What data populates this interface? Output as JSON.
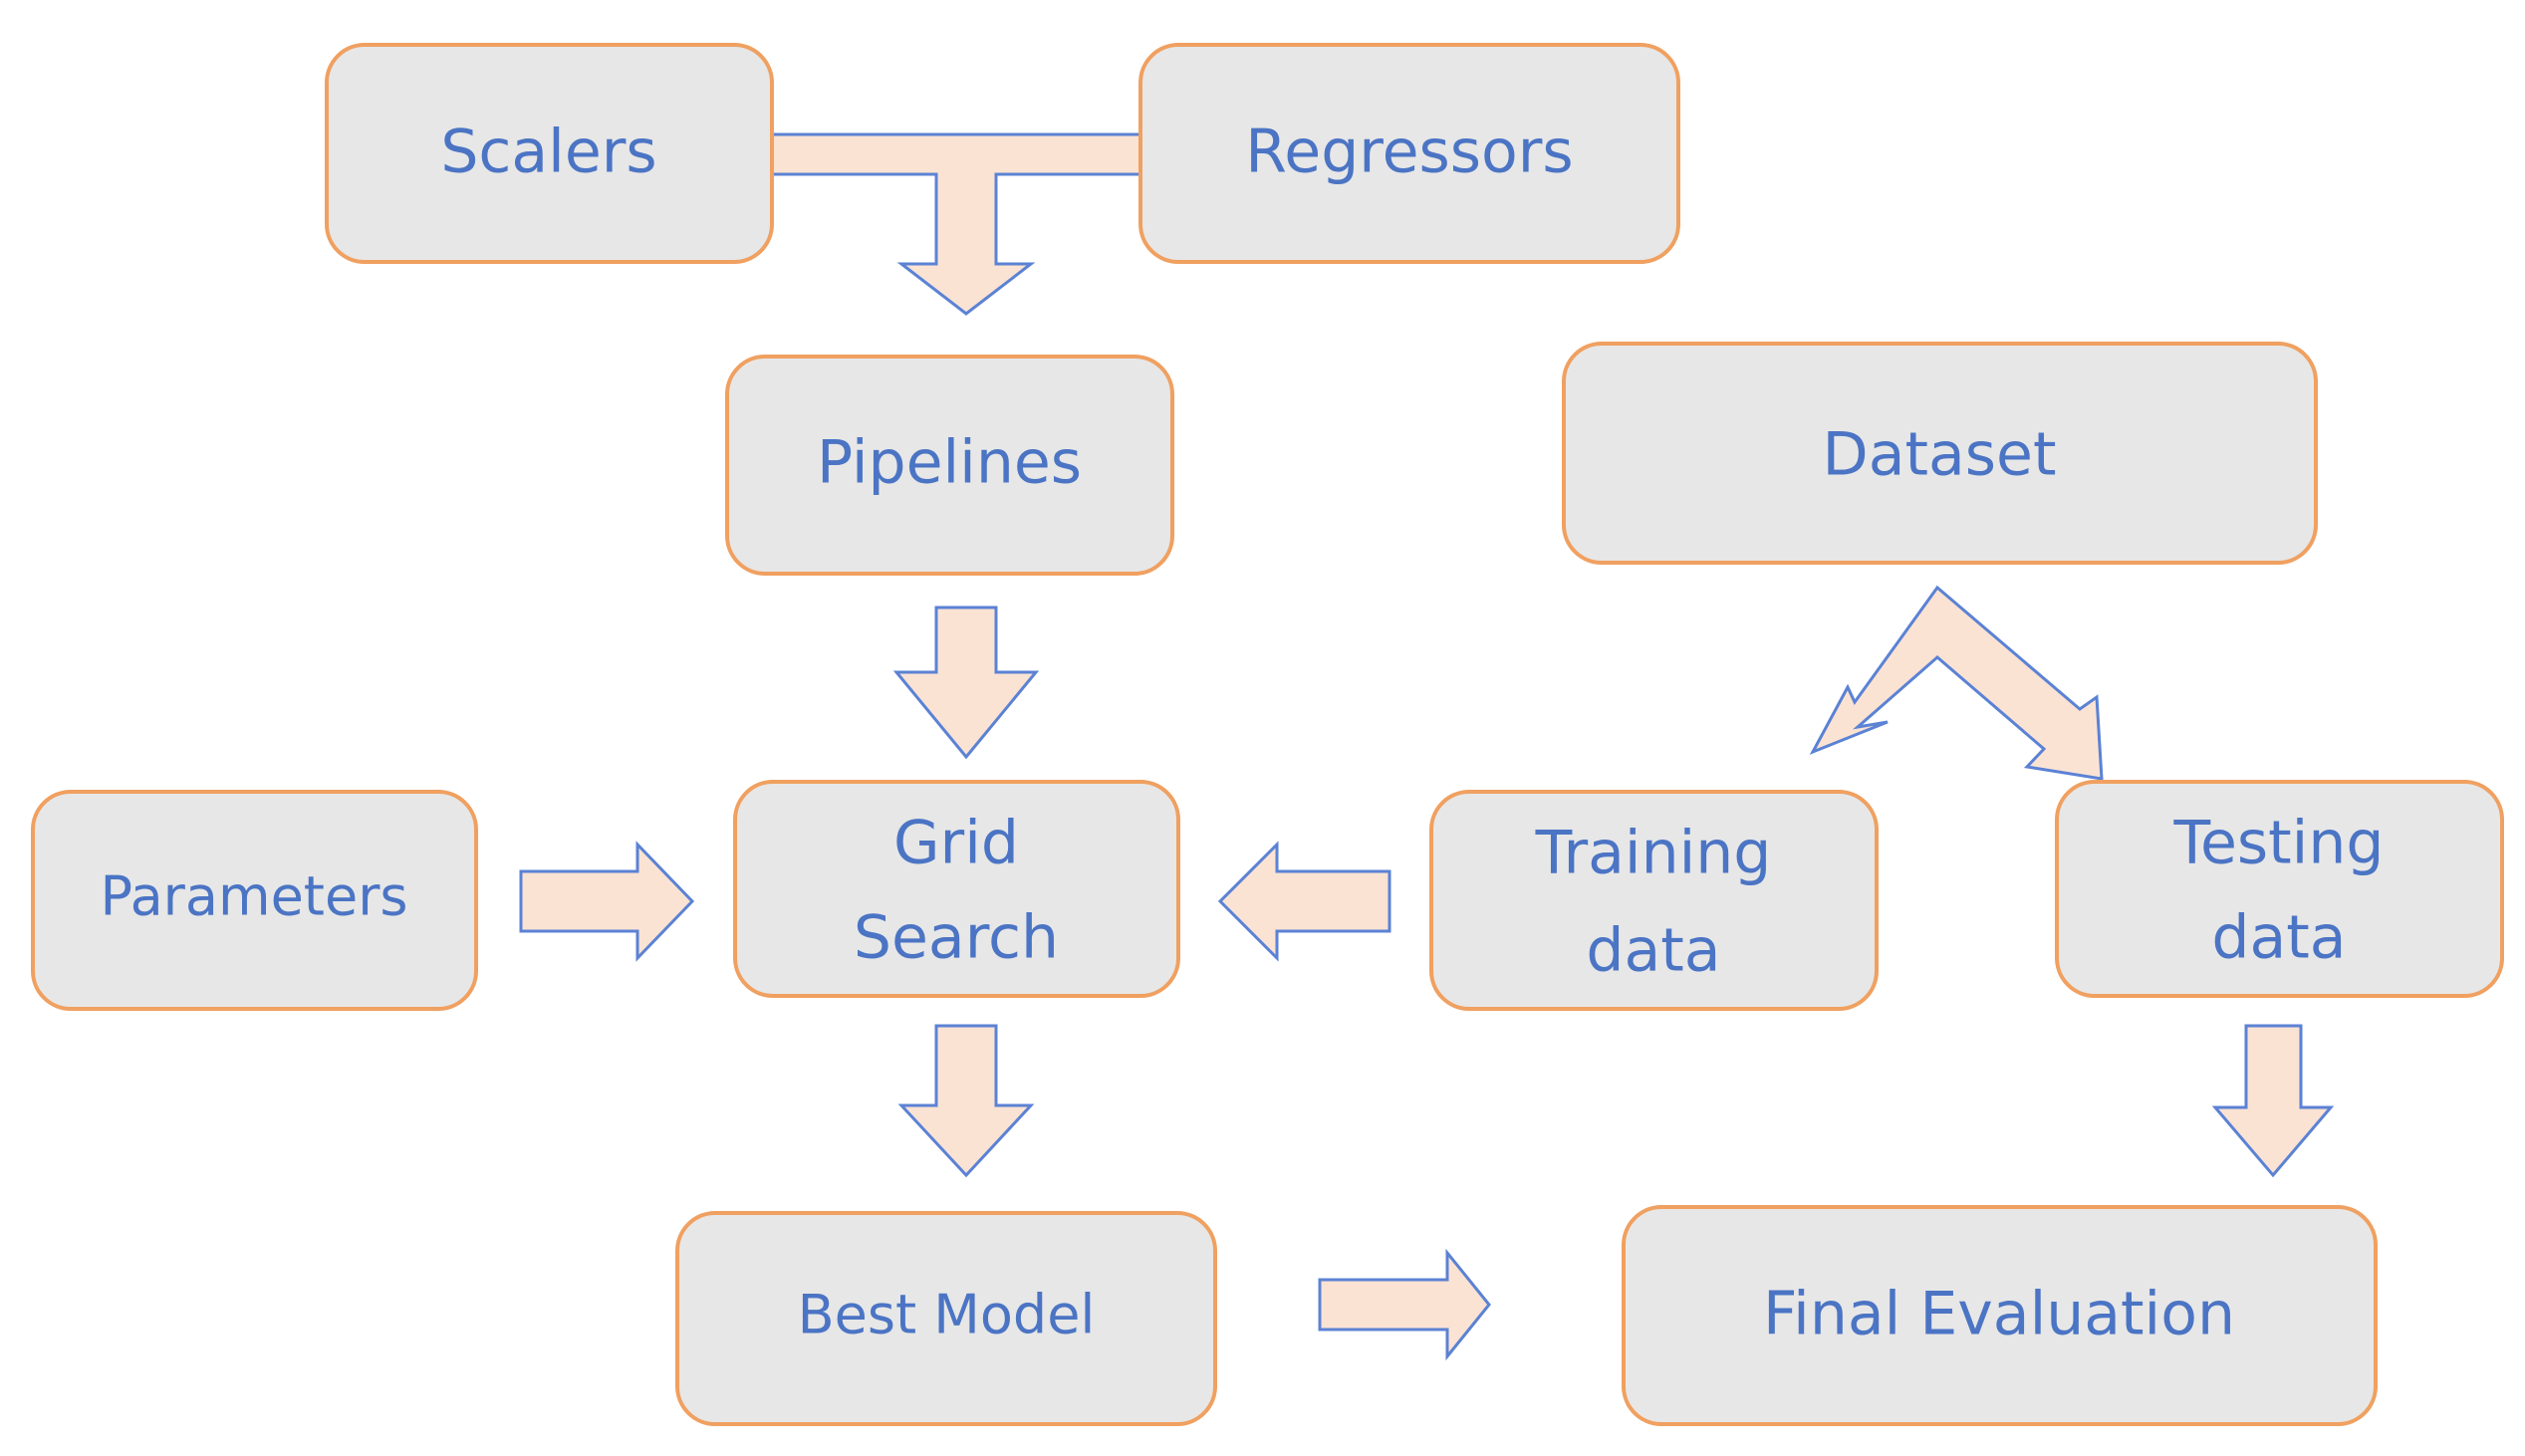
{
  "nodes": {
    "scalers": "Scalers",
    "regressors": "Regressors",
    "pipelines": "Pipelines",
    "dataset": "Dataset",
    "parameters": "Parameters",
    "grid_search": [
      "Grid",
      "Search"
    ],
    "training_data": [
      "Training",
      "data"
    ],
    "testing_data": [
      "Testing",
      "data"
    ],
    "best_model": "Best Model",
    "final_evaluation": "Final Evaluation"
  },
  "colors": {
    "box_fill": "#e7e7e7",
    "box_stroke": "#f0a060",
    "text": "#4b74c4",
    "arrow_fill": "#fbe3d4",
    "arrow_stroke": "#5b82d4"
  }
}
